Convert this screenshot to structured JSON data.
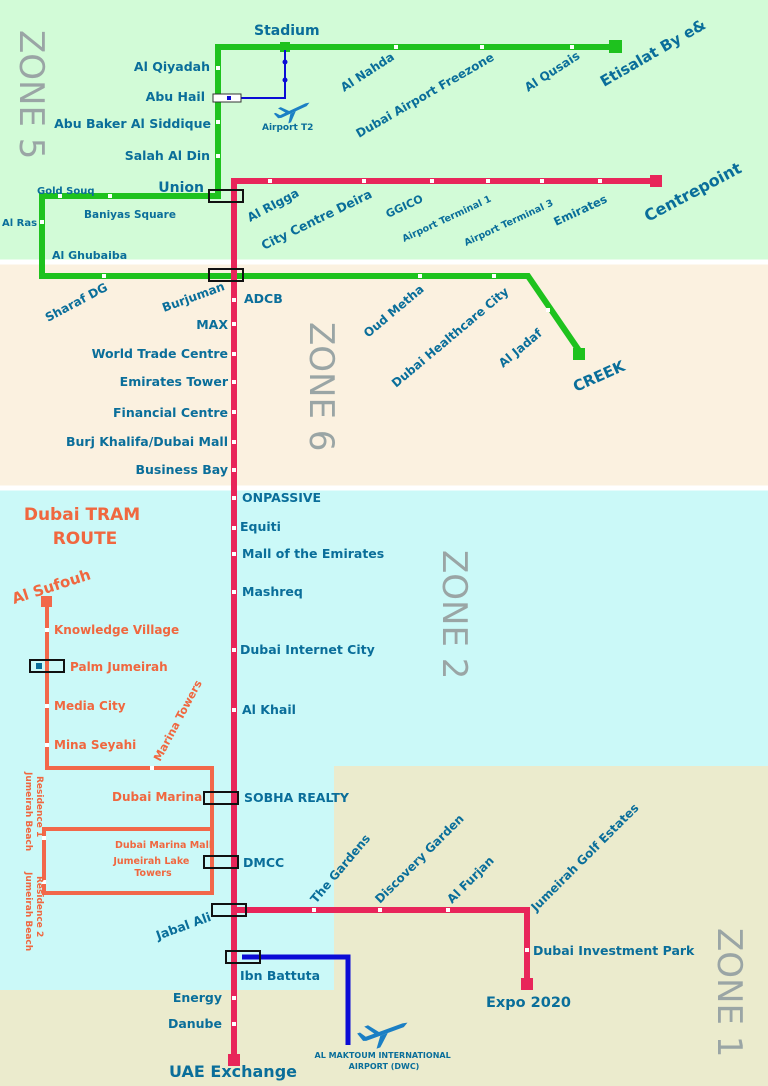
{
  "colors": {
    "red_line": "#e8255a",
    "green_line": "#1ec21e",
    "blue_line": "#0b0bd6",
    "tram_line": "#f2684a",
    "label_blue": "#0a6e9a",
    "tram_label": "#f0673f",
    "zone5_bg": "#d2fbd7",
    "zone6_bg": "#fbf1e0",
    "zone2_bg": "#cbf9f8",
    "zone1_bg": "#ebebcd",
    "zone_text": "#9aa5a5"
  },
  "zones": {
    "z5": "ZONE 5",
    "z6": "ZONE 6",
    "z2": "ZONE 2",
    "z1": "ZONE 1"
  },
  "tram_title": "Dubai TRAM\nROUTE",
  "green": {
    "stadium": "Stadium",
    "al_qiyadah": "Al Qiyadah",
    "abu_hail": "Abu Hail",
    "abu_baker": "Abu Baker Al Siddique",
    "salah_al_din": "Salah Al Din",
    "union": "Union",
    "al_nahda": "Al Nahda",
    "freezone": "Dubai Airport Freezone",
    "al_qusais": "Al Qusais",
    "etisalat": "Etisalat By e&",
    "gold_souq": "Gold Souq",
    "al_ras": "Al Ras",
    "baniyas": "Baniyas Square",
    "al_ghubaiba": "Al Ghubaiba",
    "sharaf": "Sharaf DG",
    "burjuman": "Burjuman",
    "oud_metha": "Oud Metha",
    "healthcare": "Dubai Healthcare City",
    "al_jadaf": "Al Jadaf",
    "creek": "CREEK",
    "airport_t2": "Airport T2"
  },
  "red": {
    "al_rigga": "Al RIgga",
    "city_centre": "City Centre Deira",
    "ggico": "GGICO",
    "t1": "Airport Terminal 1",
    "t3": "Airport Terminal 3",
    "emirates": "Emirates",
    "centrepoint": "Centrepoint",
    "adcb": "ADCB",
    "max": "MAX",
    "wtc": "World Trade Centre",
    "emirates_tower": "Emirates Tower",
    "financial": "Financial Centre",
    "burj": "Burj Khalifa/Dubai Mall",
    "business_bay": "Business Bay",
    "onpassive": "ONPASSIVE",
    "equiti": "Equiti",
    "moe": "Mall of the Emirates",
    "mashreq": "Mashreq",
    "internet_city": "Dubai Internet City",
    "al_khail": "Al Khail",
    "sobha": "SOBHA REALTY",
    "dmcc": "DMCC",
    "jabal_ali": "Jabal Ali",
    "gardens": "The Gardens",
    "discovery": "Discovery Garden",
    "furjan": "Al Furjan",
    "golf": "Jumeirah Golf Estates",
    "dip": "Dubai Investment Park",
    "expo": "Expo 2020",
    "ibn_battuta": "Ibn Battuta",
    "energy": "Energy",
    "danube": "Danube",
    "uae_exchange": "UAE Exchange",
    "dwc": "AL MAKTOUM INTERNATIONAL\nAIRPORT (DWC)"
  },
  "tram": {
    "al_sufouh": "Al Sufouh",
    "knowledge": "Knowledge Village",
    "palm": "Palm Jumeirah",
    "media": "Media City",
    "mina": "Mina Seyahi",
    "marina_towers": "Marina Towers",
    "dubai_marina": "Dubai Marina",
    "marina_mall": "Dubai Marina Mall",
    "jlt": "Jumeirah Lake\nTowers",
    "jbr1": "Jumeirah Beach\nResidence 1",
    "jbr2": "Jumeirah Beach\nResidence 2"
  }
}
